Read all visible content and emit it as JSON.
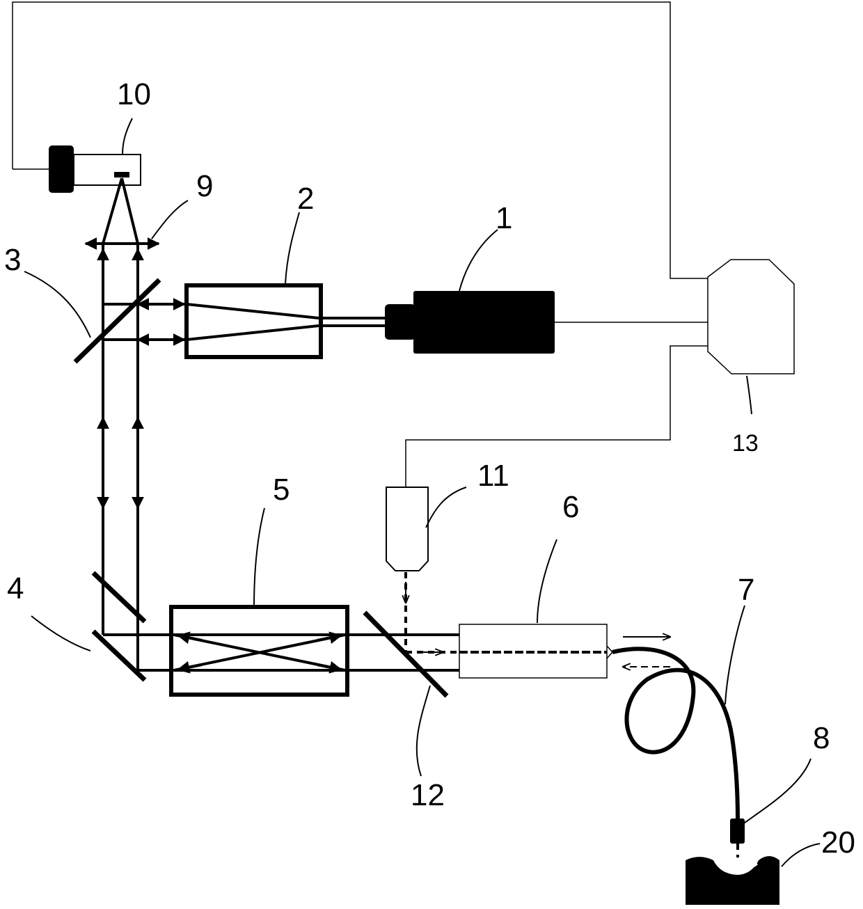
{
  "labels": {
    "laser_source": "1",
    "beam_expander": "2",
    "beam_splitter": "3",
    "mirror": "4",
    "modulator": "5",
    "fiber_coupler": "6",
    "optical_fiber": "7",
    "probe": "8",
    "lens": "9",
    "camera": "10",
    "light_source": "11",
    "dichroic_mirror": "12",
    "controller": "13",
    "sample": "20"
  }
}
